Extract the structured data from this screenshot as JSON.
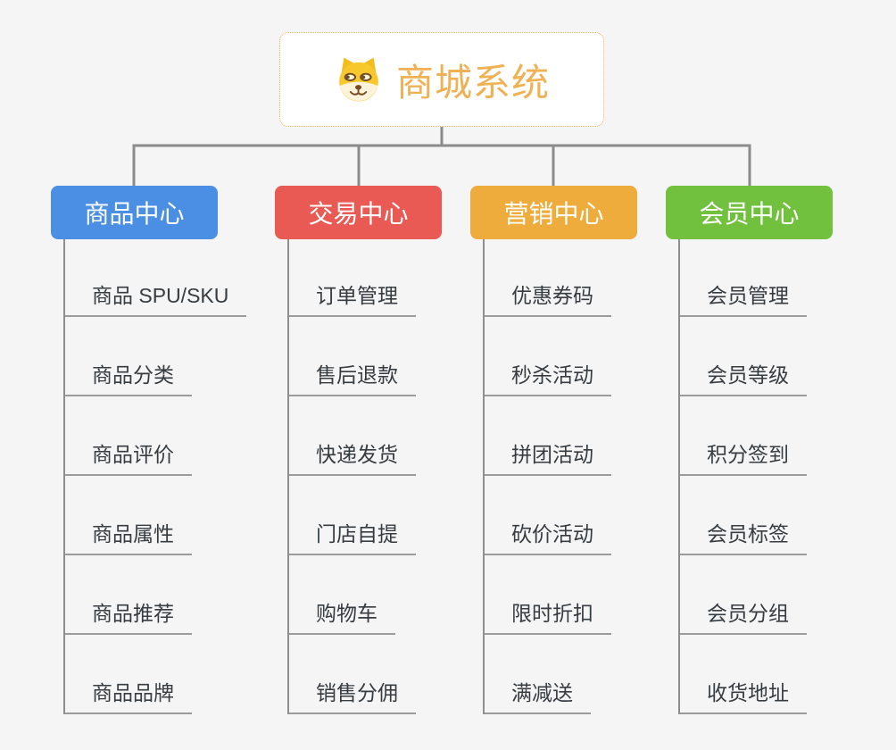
{
  "canvas": {
    "background": "#f5f5f5"
  },
  "root": {
    "title": "商城系统",
    "icon": "doge-icon",
    "accent_color": "#efb153",
    "border_color": "#eead52"
  },
  "connector_color": "#8c8c8c",
  "branches": [
    {
      "label": "商品中心",
      "color": "#4a8fe4",
      "items": [
        "商品 SPU/SKU",
        "商品分类",
        "商品评价",
        "商品属性",
        "商品推荐",
        "商品品牌"
      ]
    },
    {
      "label": "交易中心",
      "color": "#e95a54",
      "items": [
        "订单管理",
        "售后退款",
        "快递发货",
        "门店自提",
        "购物车",
        "销售分佣"
      ]
    },
    {
      "label": "营销中心",
      "color": "#eeac3d",
      "items": [
        "优惠券码",
        "秒杀活动",
        "拼团活动",
        "砍价活动",
        "限时折扣",
        "满减送"
      ]
    },
    {
      "label": "会员中心",
      "color": "#71c13e",
      "items": [
        "会员管理",
        "会员等级",
        "积分签到",
        "会员标签",
        "会员分组",
        "收货地址"
      ]
    }
  ]
}
